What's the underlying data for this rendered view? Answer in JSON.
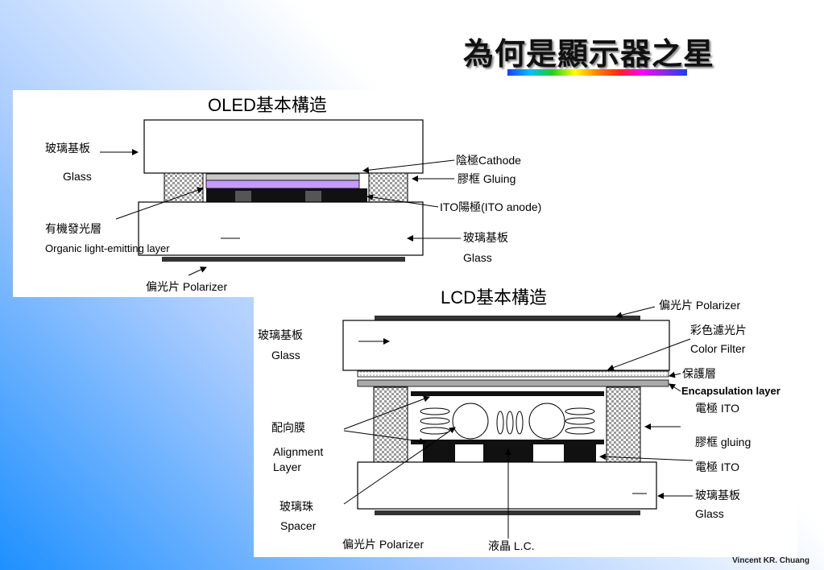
{
  "slide": {
    "title": "為何是顯示器之星",
    "credit": "Vincent KR. Chuang"
  },
  "oled": {
    "heading": "OLED基本構造",
    "labels": {
      "top_glass_zh": "玻璃基板",
      "top_glass_en": "Glass",
      "cathode": "陰極Cathode",
      "gluing": "膠框  Gluing",
      "ito_anode": "ITO陽極(ITO anode)",
      "organic_zh": "有機發光層",
      "organic_en": "Organic light-emitting layer",
      "bottom_glass_zh": "玻璃基板",
      "bottom_glass_en": "Glass",
      "polarizer": "偏光片 Polarizer"
    }
  },
  "lcd": {
    "heading": "LCD基本構造",
    "labels": {
      "polarizer_top": "偏光片 Polarizer",
      "glass_top_zh": "玻璃基板",
      "glass_top_en": "Glass",
      "color_filter_zh": "彩色濾光片",
      "color_filter_en": "Color Filter",
      "protect_zh": "保護層",
      "encapsulation": "Encapsulation layer",
      "ito_top": "電極  ITO",
      "alignment_zh": "配向膜",
      "alignment_en1": "Alignment",
      "alignment_en2": "Layer",
      "gluing": "膠框  gluing",
      "ito_bottom": "電極  ITO",
      "spacer_zh": "玻璃珠",
      "spacer_en": "Spacer",
      "glass_bottom_zh": "玻璃基板",
      "glass_bottom_en": "Glass",
      "polarizer_bottom": "偏光片 Polarizer",
      "lc": "液晶  L.C."
    }
  }
}
